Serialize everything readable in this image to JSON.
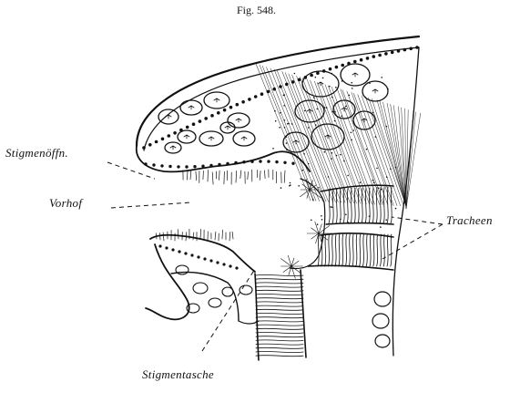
{
  "figure_number": "Fig. 548.",
  "labels": {
    "stigma_opening": "Stigmenöffn.",
    "atrium": "Vorhof",
    "tracheae": "Tracheen",
    "stigma_pocket": "Stigmentasche"
  },
  "colors": {
    "ink": "#111111",
    "paper": "#ffffff"
  }
}
